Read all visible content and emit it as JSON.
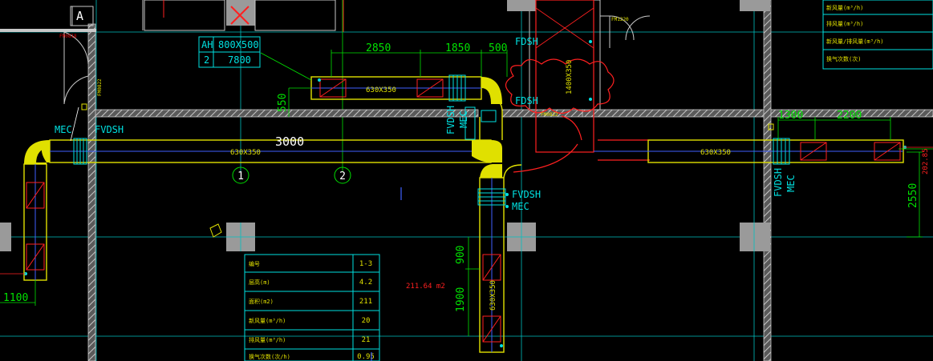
{
  "labels": {
    "grid_letter": "A",
    "grid_1": "1",
    "grid_2": "2",
    "dim_top_1": "2850",
    "dim_top_2": "1850",
    "dim_top_3": "500",
    "dim_vertical_left": "550",
    "dim_main": "3000",
    "dim_right_1": "1300",
    "dim_right_2": "2200",
    "dim_right_vertical": "2550",
    "dim_right_edge": "202.85",
    "dim_bottom_left": "1100",
    "dim_lower_1": "900",
    "dim_lower_2": "1900",
    "duct_top": "630X350",
    "duct_main": "630X350",
    "duct_right": "630X350",
    "duct_vertical_center": "1400X350",
    "duct_lower": "630X350",
    "fdsh_1": "FDSH",
    "fdsh_2": "FDSH",
    "mec_left": "MEC",
    "fvdsh_left": "FVDSH",
    "fvdsh_center": "FVDSH",
    "mec_center": "MEC",
    "fvdsh_lower": "FVDSH",
    "mec_lower": "MEC",
    "fvdsh_right": "FVDSH",
    "mec_right": "MEC",
    "door_1": "FM0818",
    "door_2": "FM0822",
    "door_3": "FM0822",
    "door_4": "FM1220",
    "area_value": "211.64  m2"
  },
  "spec_box": {
    "rows": [
      [
        "AH",
        "800X500"
      ],
      [
        "2",
        "7800"
      ]
    ]
  },
  "table": {
    "rows": [
      {
        "label": "编号",
        "value": "1-3"
      },
      {
        "label": "层高(m)",
        "value": "4.2"
      },
      {
        "label": "面积(m2)",
        "value": "211"
      },
      {
        "label": "新风量(m³/h)",
        "value": "20"
      },
      {
        "label": "排风量(m³/h)",
        "value": "21"
      },
      {
        "label": "换气次数(次/h)",
        "value": "0.95"
      }
    ]
  },
  "top_right_rows": [
    "新风量(m³/h)",
    "排风量(m³/h)",
    "新风量/排风量(m³/h)",
    "换气次数(次)"
  ],
  "colors": {
    "background": "#000000",
    "duct": "#e0e000",
    "wall": "#c8c8c8",
    "cyan": "#00e0e0",
    "dimension": "#00e000",
    "red": "#ff2020"
  }
}
